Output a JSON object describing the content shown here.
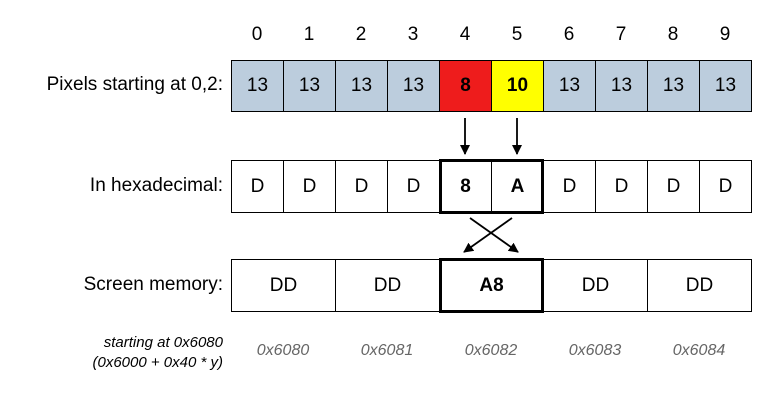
{
  "column_indices": [
    "0",
    "1",
    "2",
    "3",
    "4",
    "5",
    "6",
    "7",
    "8",
    "9"
  ],
  "pixels_row": {
    "label": "Pixels starting at 0,2:",
    "values": [
      "13",
      "13",
      "13",
      "13",
      "8",
      "10",
      "13",
      "13",
      "13",
      "13"
    ],
    "highlight_colors": {
      "4": "#ee1c1c",
      "5": "#ffff00"
    },
    "default_color": "#bccddd"
  },
  "hex_row": {
    "label": "In hexadecimal:",
    "values": [
      "D",
      "D",
      "D",
      "D",
      "8",
      "A",
      "D",
      "D",
      "D",
      "D"
    ]
  },
  "memory_row": {
    "label": "Screen memory:",
    "values": [
      "DD",
      "DD",
      "A8",
      "DD",
      "DD"
    ]
  },
  "address_note": {
    "line1": "starting at 0x6080",
    "line2": "(0x6000 + 0x40 * y)"
  },
  "addresses": [
    "0x6080",
    "0x6081",
    "0x6082",
    "0x6083",
    "0x6084"
  ]
}
